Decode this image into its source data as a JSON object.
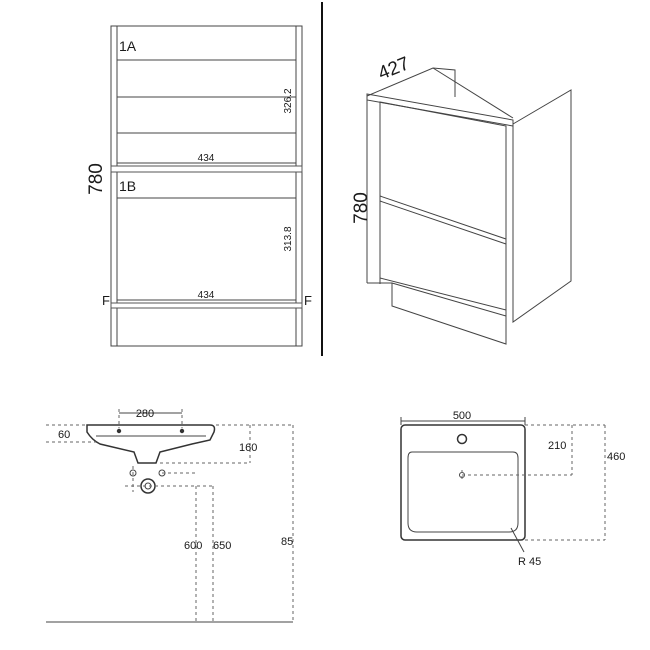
{
  "front_view": {
    "height_label": "780",
    "drawer_top_label": "1A",
    "drawer_bottom_label": "1B",
    "drawer_top_height": "326.2",
    "drawer_bottom_height": "313.8",
    "inner_width_top": "434",
    "inner_width_bottom": "434",
    "floor_mark_left": "F",
    "floor_mark_right": "F"
  },
  "iso_view": {
    "depth_label": "427",
    "height_label": "780"
  },
  "basin_side_view": {
    "tap_spacing": "280",
    "rim_thickness": "60",
    "waste_offset": "160",
    "height_600": "600",
    "height_650": "650",
    "height_85": "85"
  },
  "basin_top_view": {
    "width": "500",
    "tap_offset": "210",
    "depth": "460",
    "corner_radius": "R 45"
  }
}
